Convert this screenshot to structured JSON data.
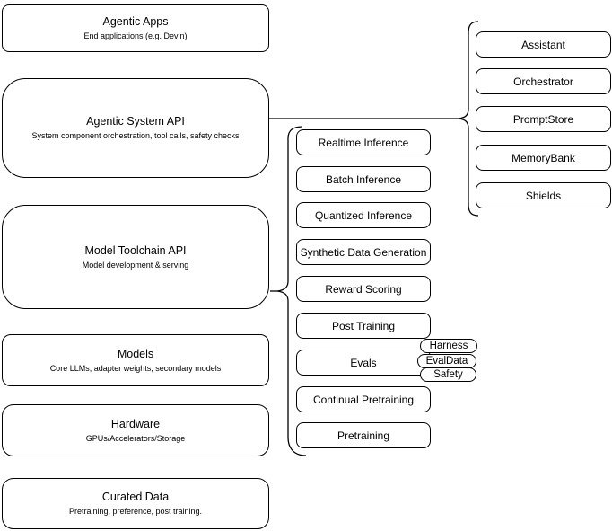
{
  "left_stack": [
    {
      "title": "Agentic Apps",
      "subtitle": "End applications (e.g. Devin)"
    },
    {
      "title": "Agentic System API",
      "subtitle": "System component orchestration, tool calls, safety checks"
    },
    {
      "title": "Model Toolchain API",
      "subtitle": "Model development & serving"
    },
    {
      "title": "Models",
      "subtitle": "Core LLMs, adapter weights, secondary models"
    },
    {
      "title": "Hardware",
      "subtitle": "GPUs/Accelerators/Storage"
    },
    {
      "title": "Curated Data",
      "subtitle": "Pretraining, preference, post training."
    }
  ],
  "middle_column": {
    "items": [
      "Realtime Inference",
      "Batch Inference",
      "Quantized Inference",
      "Synthetic Data Generation",
      "Reward Scoring",
      "Post Training",
      "Evals",
      "Continual Pretraining",
      "Pretraining"
    ],
    "eval_tags": [
      "Harness",
      "EvalData",
      "Safety"
    ]
  },
  "right_column": {
    "items": [
      "Assistant",
      "Orchestrator",
      "PromptStore",
      "MemoryBank",
      "Shields"
    ]
  },
  "colors": {
    "stroke": "#000000",
    "fill": "#ffffff",
    "background": "#ffffff"
  }
}
